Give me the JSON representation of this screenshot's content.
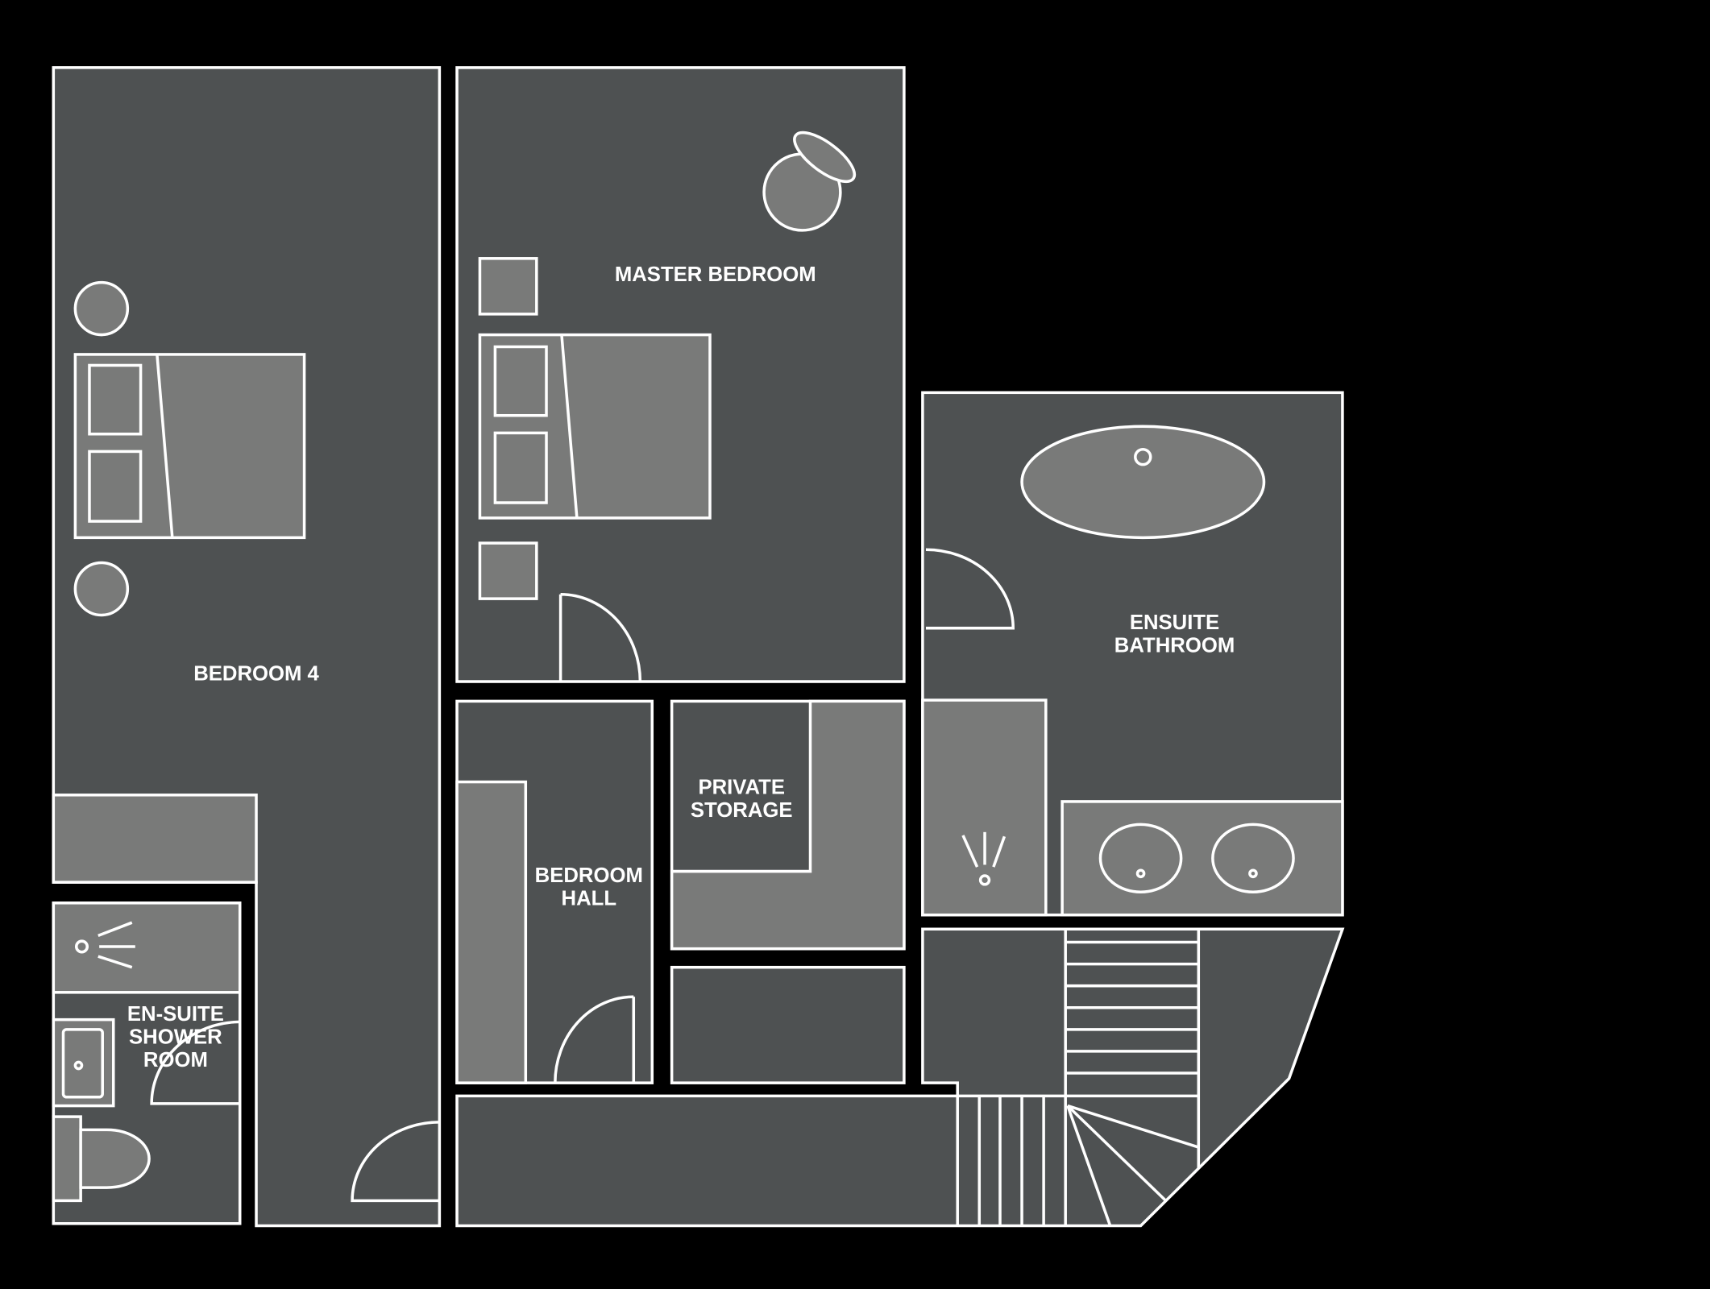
{
  "floorplan": {
    "background": "#000000",
    "colors": {
      "room_fill": "#4e5152",
      "fixture_fill": "#797a79",
      "wall_stroke": "#ffffff",
      "label_color": "#ffffff"
    },
    "rooms": {
      "bedroom4": {
        "label": "BEDROOM 4"
      },
      "master_bedroom": {
        "label": "MASTER BEDROOM"
      },
      "ensuite_bathroom": {
        "label_line1": "ENSUITE",
        "label_line2": "BATHROOM"
      },
      "bedroom_hall": {
        "label_line1": "BEDROOM",
        "label_line2": "HALL"
      },
      "private_storage": {
        "label_line1": "PRIVATE",
        "label_line2": "STORAGE"
      },
      "ensuite_shower_room": {
        "label_line1": "EN-SUITE",
        "label_line2": "SHOWER",
        "label_line3": "ROOM"
      }
    },
    "icons": [
      "double-bed-icon",
      "bedside-table-icon",
      "armchair-icon",
      "bathtub-icon",
      "shower-icon",
      "double-sink-icon",
      "basin-icon",
      "toilet-icon",
      "door-swing-icon",
      "staircase-icon",
      "wardrobe-icon"
    ]
  }
}
